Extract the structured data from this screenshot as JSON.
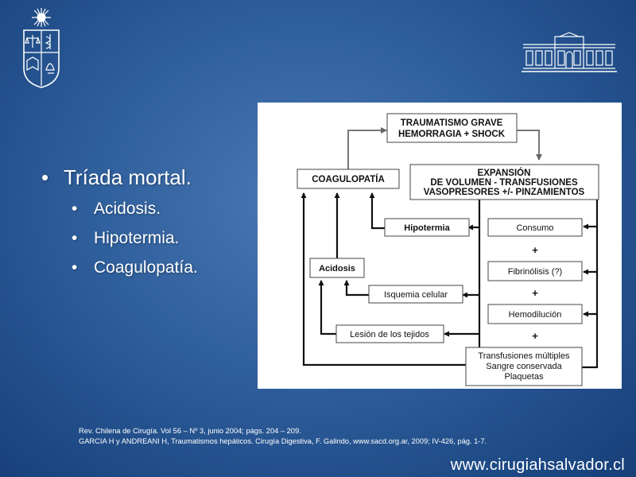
{
  "bullets": {
    "main": "Tríada mortal.",
    "sub": [
      "Acidosis.",
      "Hipotermia.",
      "Coagulopatía."
    ]
  },
  "diagram": {
    "trauma": [
      "TRAUMATISMO GRAVE",
      "HEMORRAGIA + SHOCK"
    ],
    "coagulopatia": "COAGULOPATÍA",
    "expansion": [
      "EXPANSIÓN",
      "DE VOLUMEN - TRANSFUSIONES",
      "VASOPRESORES +/- PINZAMIENTOS"
    ],
    "hipotermia": "Hipotermia",
    "acidosis": "Acidosis",
    "isquemia": "Isquemia celular",
    "lesion": "Lesión de los tejidos",
    "consumo": "Consumo",
    "fibrinolisis": "Fibrinólisis (?)",
    "hemodilucion": "Hemodilución",
    "transfusiones": [
      "Transfusiones múltiples",
      "Sangre conservada",
      "Plaquetas"
    ],
    "plus": "+"
  },
  "references": [
    "Rev. Chilena de Cirugía. Vol 56 – Nº 3, junio 2004; págs. 204 – 209.",
    "GARCIA H y ANDREANI H, Traumatismos hepáticos. Cirugía Digestiva, F. Galindo, www.sacd.org.ar, 2009; IV-426, pág. 1-7."
  ],
  "footer_url": "www.cirugiahsalvador.cl"
}
